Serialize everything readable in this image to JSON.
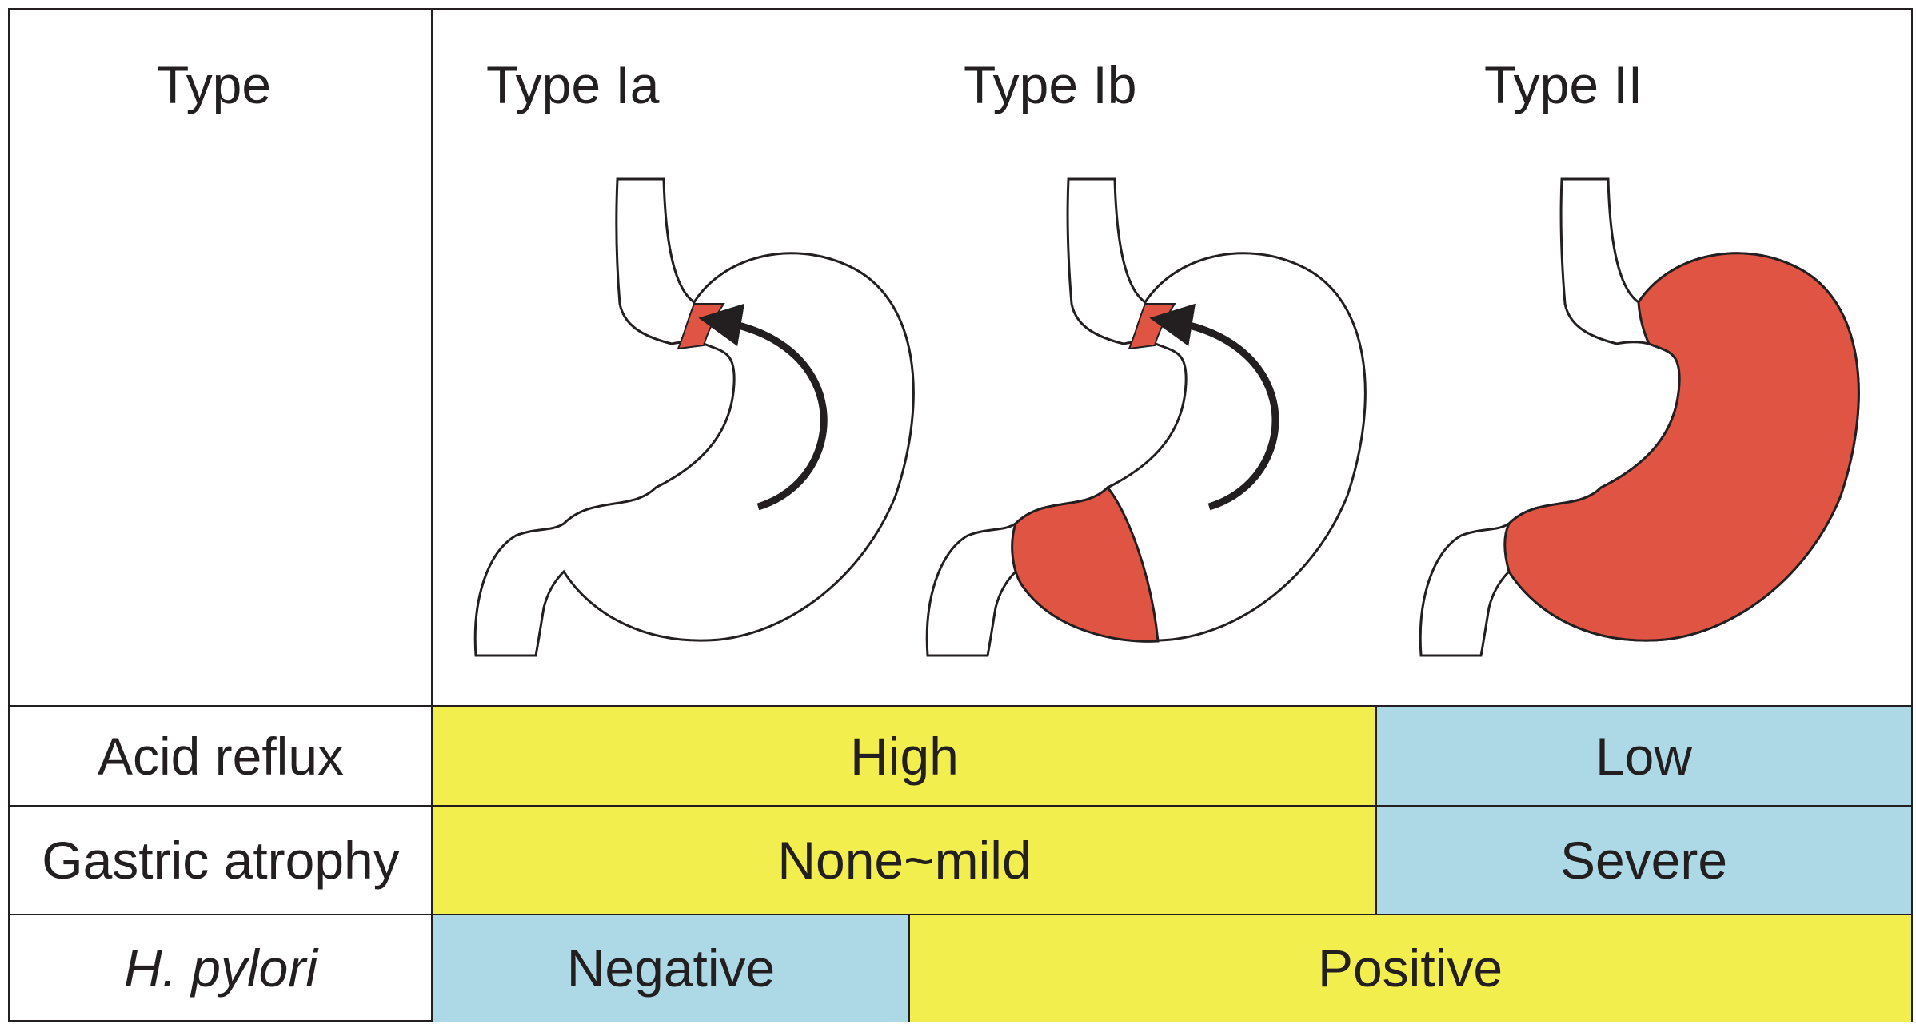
{
  "header": {
    "type_label": "Type",
    "columns": [
      "Type Ia",
      "Type Ib",
      "Type II"
    ]
  },
  "rows": [
    {
      "label": "Acid reflux",
      "cells": [
        {
          "text": "High",
          "color": "yellow"
        },
        {
          "text": "Low",
          "color": "blue"
        }
      ]
    },
    {
      "label": "Gastric atrophy",
      "cells": [
        {
          "text": "None~mild",
          "color": "yellow"
        },
        {
          "text": "Severe",
          "color": "blue"
        }
      ]
    },
    {
      "label": "H. pylori",
      "cells": [
        {
          "text": "Negative",
          "color": "blue"
        },
        {
          "text": "Positive",
          "color": "yellow"
        }
      ]
    }
  ],
  "colors": {
    "atrophy_red": "#e05444",
    "yellow": "#f2ee4d",
    "blue": "#add8e6",
    "line": "#231f20"
  }
}
